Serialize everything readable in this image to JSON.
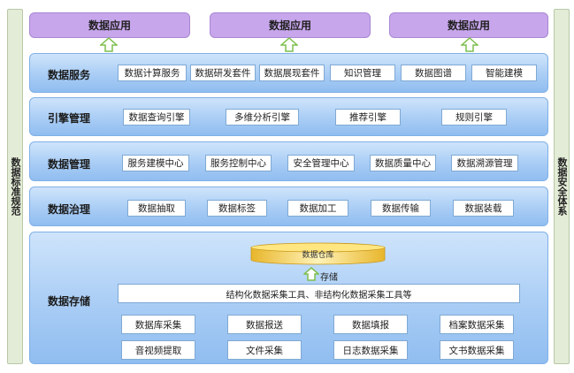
{
  "left_side": {
    "label": "数据标准规范"
  },
  "right_side": {
    "label": "数据安全体系"
  },
  "applications": [
    "数据应用",
    "数据应用",
    "数据应用"
  ],
  "layers": {
    "service": {
      "title": "数据服务",
      "items": [
        "数据计算服务",
        "数据研发套件",
        "数据展现套件",
        "知识管理",
        "数据图谱",
        "智能建模"
      ]
    },
    "engine": {
      "title": "引擎管理",
      "items": [
        "数据查询引擎",
        "多维分析引擎",
        "推荐引擎",
        "规则引擎"
      ]
    },
    "management": {
      "title": "数据管理",
      "items": [
        "服务建模中心",
        "服务控制中心",
        "安全管理中心",
        "数据质量中心",
        "数据溯源管理"
      ]
    },
    "governance": {
      "title": "数据治理",
      "items": [
        "数据抽取",
        "数据标签",
        "数据加工",
        "数据传输",
        "数据装载"
      ]
    },
    "storage": {
      "title": "数据存储",
      "warehouse": "数据仓库",
      "store_label": "存储",
      "tools": "结构化数据采集工具、非结构化数据采集工具等",
      "row1": [
        "数据库采集",
        "数据报送",
        "数据填报",
        "档案数据采集"
      ],
      "row2": [
        "音视频提取",
        "文件采集",
        "日志数据采集",
        "文书数据采集"
      ]
    }
  }
}
